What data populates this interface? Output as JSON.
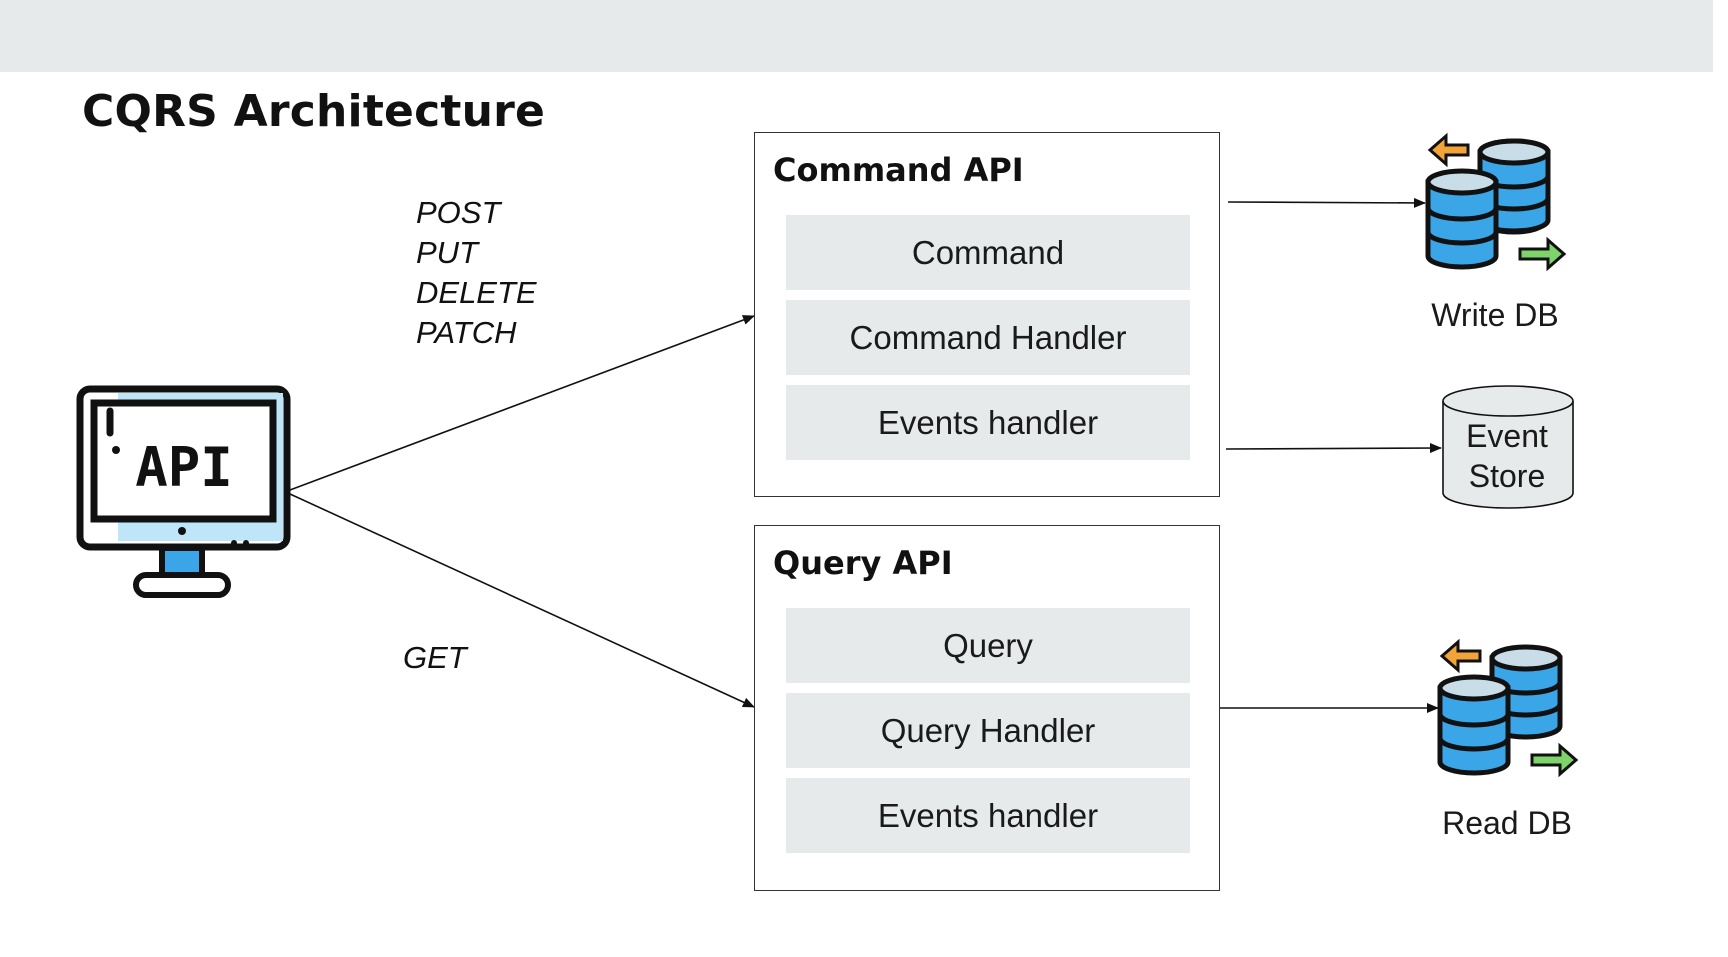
{
  "title": "CQRS Architecture",
  "client": {
    "screen_text": "API"
  },
  "methods": {
    "write": [
      "POST",
      "PUT",
      "DELETE",
      "PATCH"
    ],
    "read": "GET"
  },
  "command_api": {
    "title": "Command API",
    "rows": [
      "Command",
      "Command Handler",
      "Events handler"
    ]
  },
  "query_api": {
    "title": "Query API",
    "rows": [
      "Query",
      "Query Handler",
      "Events handler"
    ]
  },
  "stores": {
    "write_db": "Write DB",
    "event_store": [
      "Event",
      "Store"
    ],
    "read_db": "Read DB"
  },
  "colors": {
    "header_bar": "#e6eaea",
    "row_fill": "#e6eaea",
    "db_blue": "#3aa6e8",
    "db_light": "#c8dde8",
    "arrow_orange": "#f2a33a",
    "arrow_green": "#7ed36a",
    "monitor_accent": "#bfe6f8"
  }
}
